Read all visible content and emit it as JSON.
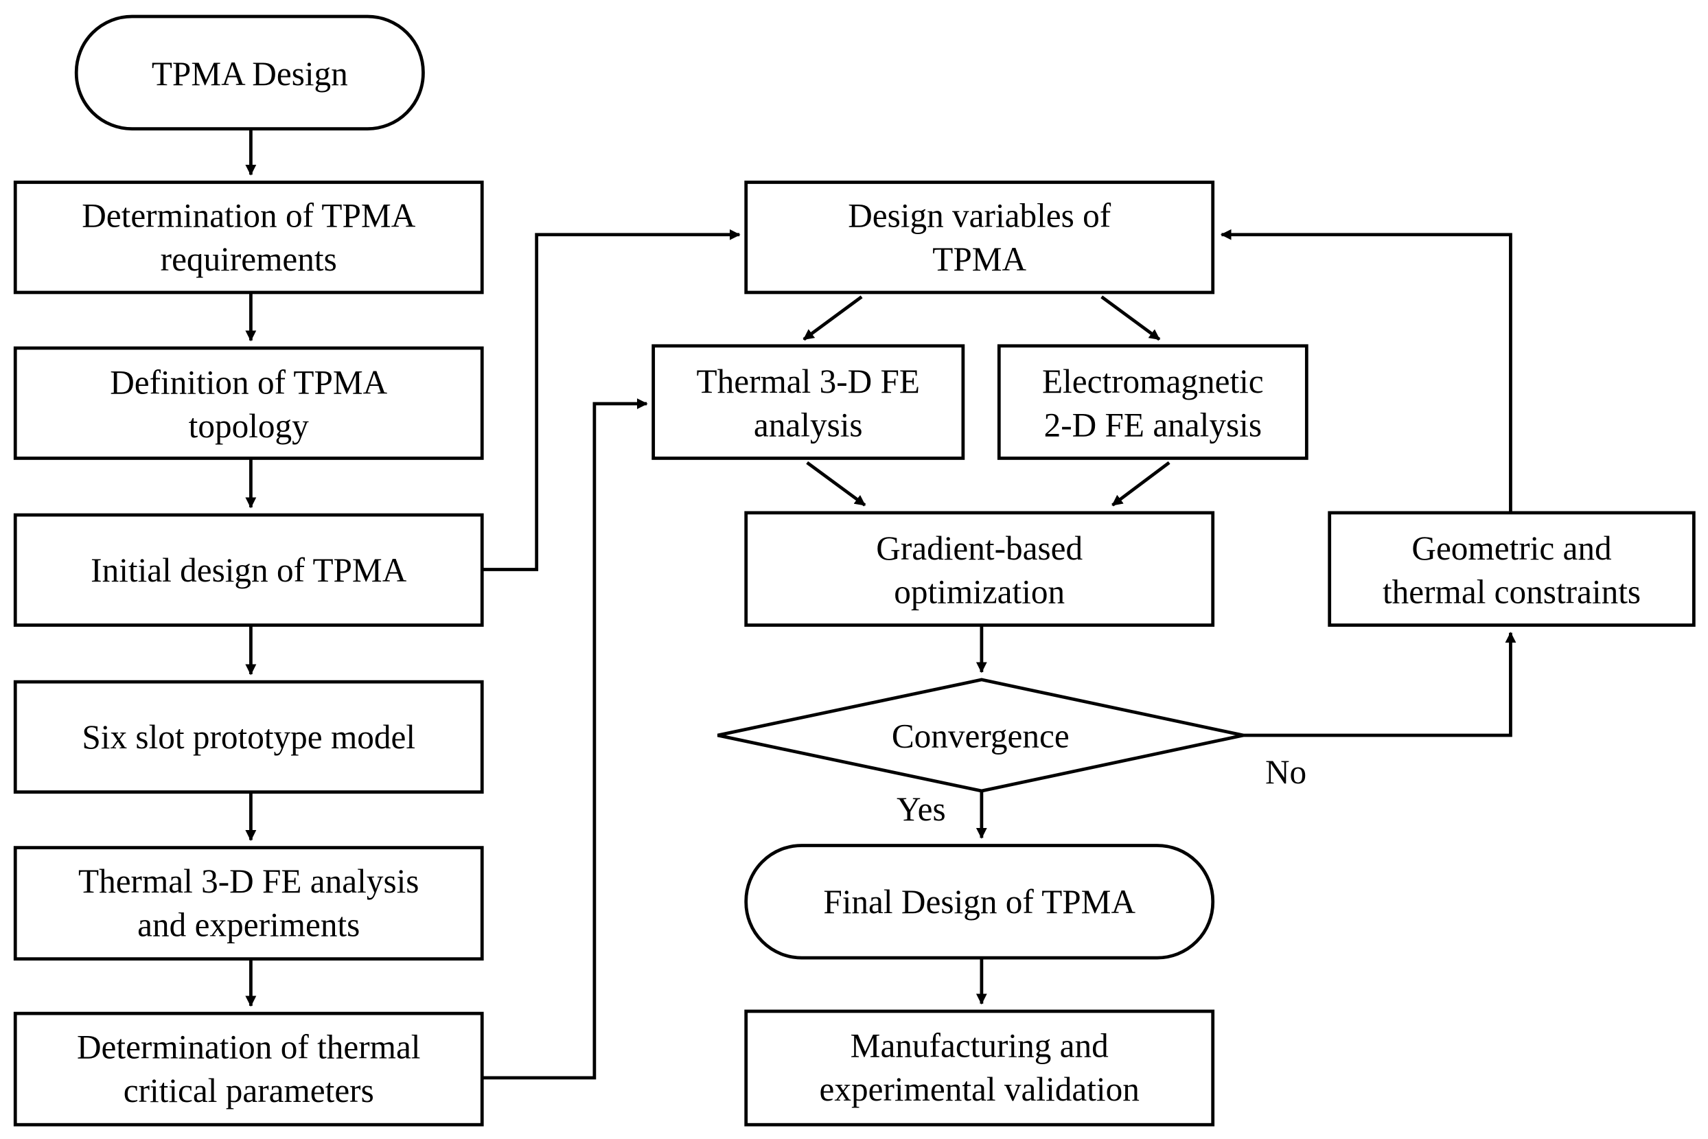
{
  "nodes": {
    "start": [
      "TPMA Design"
    ],
    "requirements": [
      "Determination of TPMA",
      "requirements"
    ],
    "topology": [
      "Definition of TPMA",
      "topology"
    ],
    "initial": [
      "Initial design of TPMA"
    ],
    "prototype": [
      "Six slot prototype model"
    ],
    "thermal_exp": [
      "Thermal 3-D FE analysis",
      "and experiments"
    ],
    "critical": [
      "Determination of thermal",
      "critical parameters"
    ],
    "design_vars": [
      "Design variables of",
      "TPMA"
    ],
    "thermal_fe": [
      "Thermal 3-D FE",
      "analysis"
    ],
    "em_fe": [
      "Electromagnetic",
      "2-D FE analysis"
    ],
    "gradient": [
      "Gradient-based",
      "optimization"
    ],
    "constraints": [
      "Geometric and",
      "thermal constraints"
    ],
    "convergence": [
      "Convergence"
    ],
    "final": [
      "Final Design of TPMA"
    ],
    "manufacturing": [
      "Manufacturing and",
      "experimental validation"
    ]
  },
  "edge_labels": {
    "no": "No",
    "yes": "Yes"
  }
}
